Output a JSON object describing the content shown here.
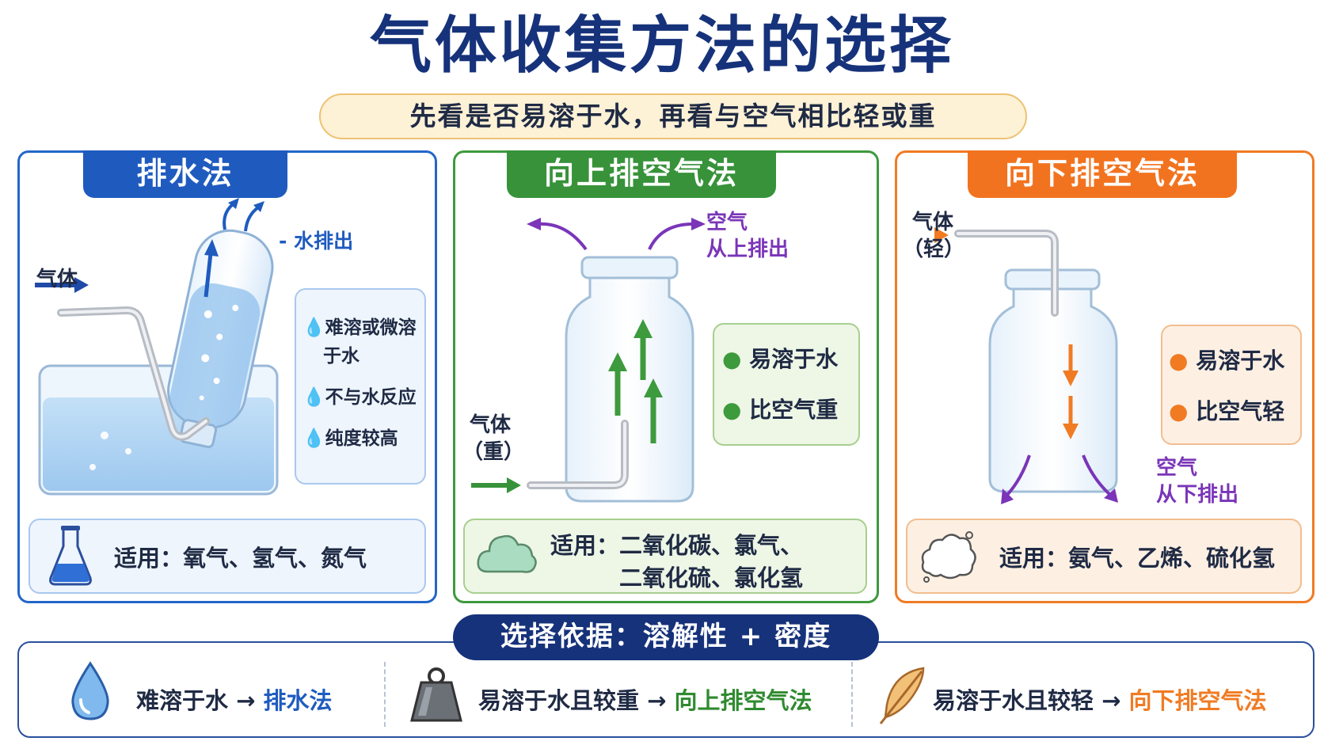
{
  "title": "气体收集方法的选择",
  "subtitle": "先看是否易溶于水，再看与空气相比轻或重",
  "panels": {
    "water": {
      "tab": "排水法",
      "gas_label": "气体",
      "water_out_label": "水排出",
      "conditions": [
        "难溶或微溶",
        "于水",
        "不与水反应",
        "纯度较高"
      ],
      "usage": "适用：氧气、氢气、氮气",
      "colors": {
        "accent": "#1f5bbf"
      }
    },
    "upward": {
      "tab": "向上排空气法",
      "gas_label": "气体",
      "gas_sub": "（重）",
      "air_label_1": "空气",
      "air_label_2": "从上排出",
      "conditions": [
        "易溶于水",
        "比空气重"
      ],
      "usage_1": "适用：二氧化碳、氯气、",
      "usage_2": "二氧化硫、氯化氢",
      "colors": {
        "accent": "#37923a"
      }
    },
    "downward": {
      "tab": "向下排空气法",
      "gas_label": "气体",
      "gas_sub": "（轻）",
      "air_label_1": "空气",
      "air_label_2": "从下排出",
      "conditions": [
        "易溶于水",
        "比空气轻"
      ],
      "usage": "适用：氨气、乙烯、硫化氢",
      "colors": {
        "accent": "#f2731f"
      }
    }
  },
  "basis": {
    "title": "选择依据：溶解性 + 密度",
    "items": [
      {
        "cond": "难溶于水 →",
        "result": "排水法",
        "icon": "water-drop-icon"
      },
      {
        "cond": "易溶于水且较重 →",
        "result": "向上排空气法",
        "icon": "weight-icon"
      },
      {
        "cond": "易溶于水且较轻 →",
        "result": "向下排空气法",
        "icon": "feather-icon"
      }
    ]
  }
}
